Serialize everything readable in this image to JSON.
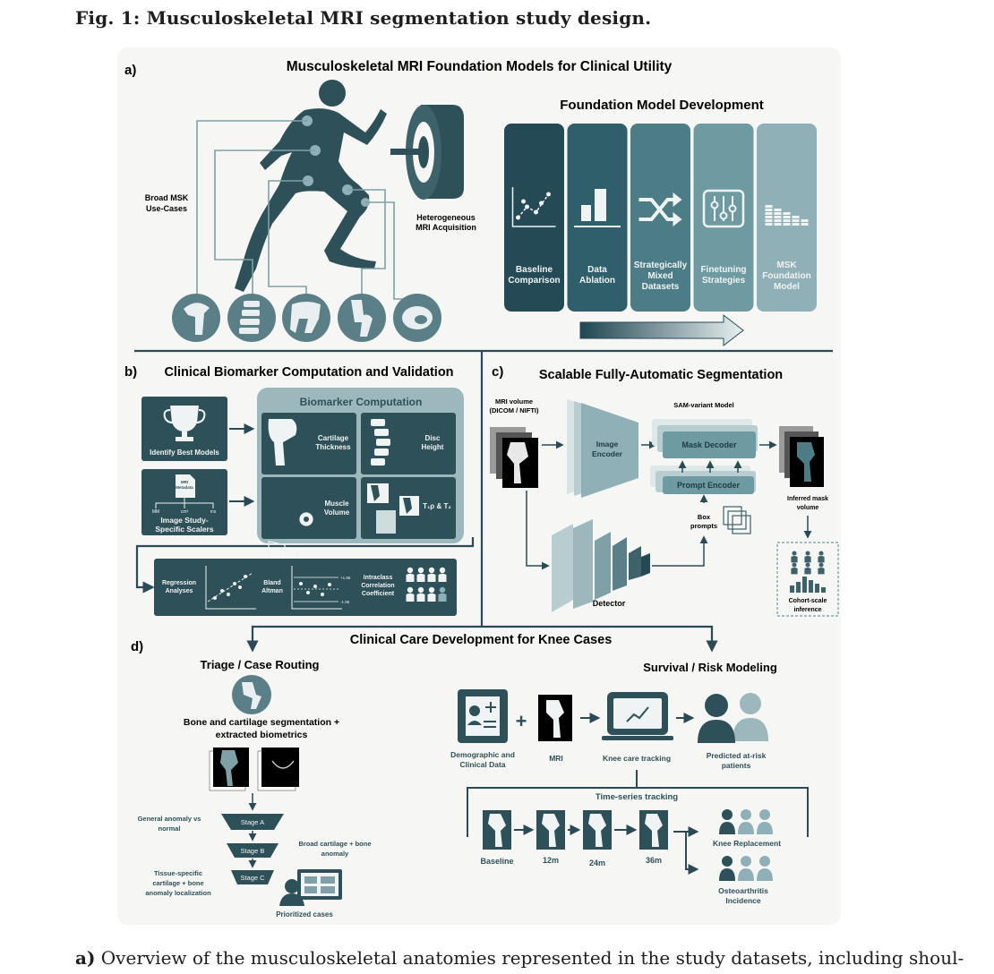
{
  "caption": {
    "label": "Fig. 1:",
    "title": "Musculoskeletal MRI segmentation study design."
  },
  "panel_a": {
    "letter": "a)",
    "title": "Musculoskeletal MRI Foundation Models for Clinical Utility",
    "broad_msk_1": "Broad MSK",
    "broad_msk_2": "Use-Cases",
    "mri_acq_1": "Heterogeneous",
    "mri_acq_2": "MRI Acquisition",
    "fm_title": "Foundation Model Development",
    "columns": [
      {
        "lines": [
          "Baseline",
          "Comparison"
        ],
        "color": "#234a55"
      },
      {
        "lines": [
          "Data",
          "Ablation"
        ],
        "color": "#2f5f6a"
      },
      {
        "lines": [
          "Strategically",
          "Mixed",
          "Datasets"
        ],
        "color": "#4c7c86"
      },
      {
        "lines": [
          "Finetuning",
          "Strategies"
        ],
        "color": "#6e9aa2"
      },
      {
        "lines": [
          "MSK",
          "Foundation",
          "Model"
        ],
        "color": "#8fb0b6"
      }
    ]
  },
  "panel_b": {
    "letter": "b)",
    "title": "Clinical Biomarker Computation and Validation",
    "identify": "Identify Best Models",
    "mri_meta_1": "MRI",
    "mri_meta_2": "Metadata",
    "scalers_1": "Image Study-",
    "scalers_2": "Specific Scalers",
    "units": [
      "MM",
      "cm³",
      "ms"
    ],
    "biomarker_title": "Biomarker Computation",
    "cart_1": "Cartilage",
    "cart_2": "Thickness",
    "disc_1": "Disc",
    "disc_2": "Height",
    "muscle_1": "Muscle",
    "muscle_2": "Volume",
    "t1rho": "T₁ρ & T₂",
    "regr_1": "Regression",
    "regr_2": "Analyses",
    "bland_1": "Bland",
    "bland_2": "Altman",
    "icc_1": "Intraclass",
    "icc_2": "Correlation",
    "icc_3": "Coefficient",
    "sd_plus": "+1.96",
    "sd_minus": "-1.96"
  },
  "panel_c": {
    "letter": "c)",
    "title": "Scalable Fully-Automatic Segmentation",
    "mri_vol_1": "MRI volume",
    "mri_vol_2": "(DICOM / NIFTI)",
    "sam": "SAM-variant Model",
    "image_encoder_1": "Image",
    "image_encoder_2": "Encoder",
    "mask_decoder": "Mask Decoder",
    "prompt_encoder": "Prompt Encoder",
    "box_1": "Box",
    "box_2": "prompts",
    "inferred_1": "Inferred mask",
    "inferred_2": "volume",
    "detector": "Detector",
    "cohort_1": "Cohort-scale",
    "cohort_2": "inference"
  },
  "panel_d": {
    "letter": "d)",
    "title": "Clinical Care Development for Knee Cases",
    "triage": "Triage / Case Routing",
    "survival": "Survival / Risk Modeling",
    "seg_1": "Bone and cartilage segmentation +",
    "seg_2": "extracted biometrics",
    "general_1": "General anomaly vs",
    "general_2": "normal",
    "stage_a": "Stage A",
    "stage_b": "Stage B",
    "stage_c": "Stage C",
    "broad_1": "Broad cartilage + bone",
    "broad_2": "anomaly",
    "tissue_1": "Tissue-specific",
    "tissue_2": "cartilage + bone",
    "tissue_3": "anomaly localization",
    "prioritized": "Prioritized cases",
    "demo_1": "Demographic and",
    "demo_2": "Clinical Data",
    "mri": "MRI",
    "knee_tracking": "Knee care tracking",
    "predicted_1": "Predicted at-risk",
    "predicted_2": "patients",
    "timeseries": "Time-series tracking",
    "timepoints": [
      "Baseline",
      "12m",
      "24m",
      "36m"
    ],
    "knee_replacement": "Knee Replacement",
    "oa_1": "Osteoarthritis",
    "oa_2": "Incidence"
  },
  "body": {
    "lead": "a)",
    "text": "Overview of the musculoskeletal anatomies represented in the study datasets, including shoul-"
  }
}
